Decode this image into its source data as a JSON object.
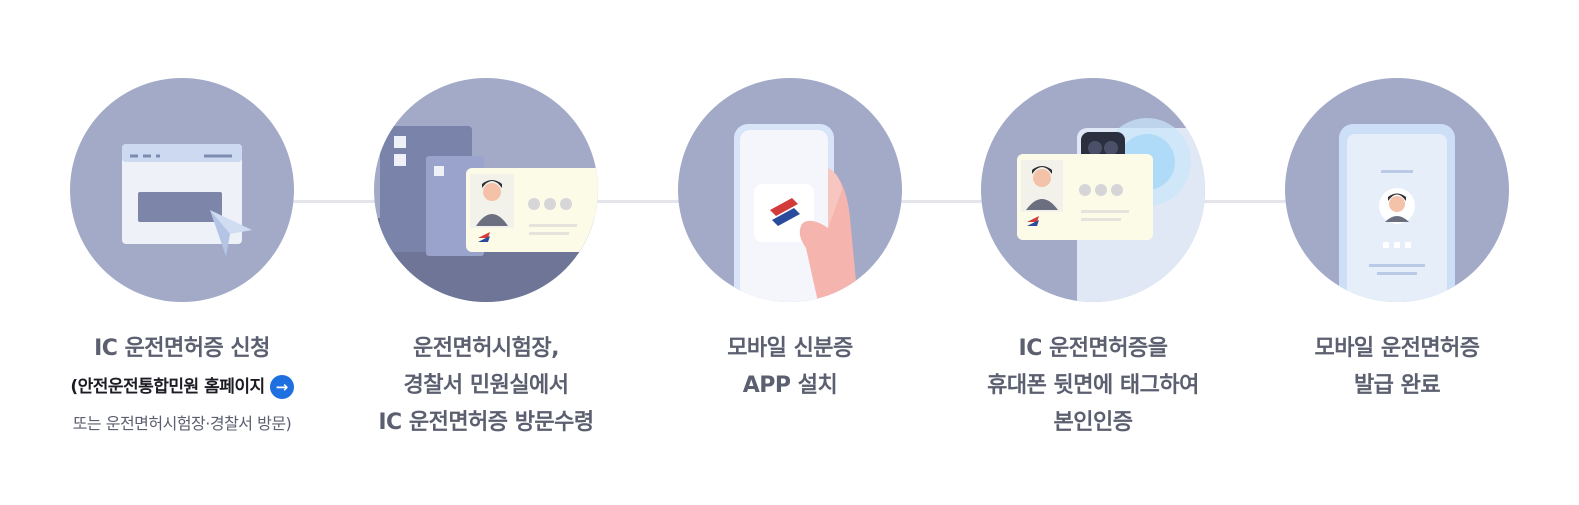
{
  "steps": [
    {
      "lines": [
        "IC 운전면허증 신청"
      ],
      "sub_link": "(안전운전통합민원 홈페이지",
      "link_arrow": "→",
      "sub_text": "또는 운전면허시험장·경찰서 방문)"
    },
    {
      "lines": [
        "운전면허시험장,",
        "경찰서 민원실에서",
        "IC 운전면허증 방문수령"
      ]
    },
    {
      "lines": [
        "모바일 신분증",
        "APP 설치"
      ]
    },
    {
      "lines": [
        "IC 운전면허증을",
        "휴대폰 뒷면에 태그하여",
        "본인인증"
      ]
    },
    {
      "lines": [
        "모바일 운전면허증",
        "발급 완료"
      ]
    }
  ],
  "colors": {
    "circle": "#a3aac8",
    "connector": "#e4e6ec",
    "accent": "#1e6fe0",
    "text": "#5b5f6f"
  },
  "icons": [
    "browser-window-icon",
    "building-license-icon",
    "phone-app-icon",
    "nfc-tag-icon",
    "mobile-license-icon"
  ]
}
